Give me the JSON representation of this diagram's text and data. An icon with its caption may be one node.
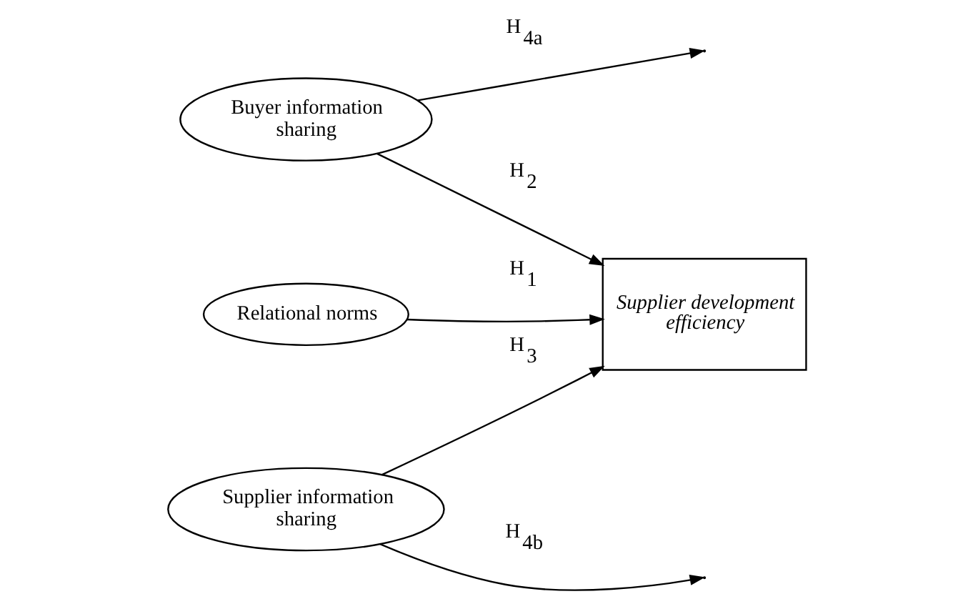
{
  "diagram": {
    "nodes": [
      {
        "text": [
          "Buyer information sharing"
        ]
      },
      {
        "text": [
          "Relational norms"
        ]
      },
      {
        "text": [
          "Supplier development efficiency"
        ]
      },
      {
        "text": [
          "Supplier information sharing"
        ]
      }
    ],
    "edges": [
      {
        "from": 1,
        "to": 2,
        "arrow": "to",
        "label": "H$_{1}$"
      },
      {
        "from": 0,
        "to": 2,
        "arrow": "to",
        "label": "H$_{2}$"
      },
      {
        "from": 3,
        "to": 2,
        "arrow": "to",
        "label": "H$_{3}$"
      },
      {
        "from": 0,
        "to": null,
        "arrow": "to",
        "label": "H$_{4a}$"
      },
      {
        "from": 3,
        "to": null,
        "arrow": "to",
        "label": "H$_{4b}$"
      }
    ]
  }
}
